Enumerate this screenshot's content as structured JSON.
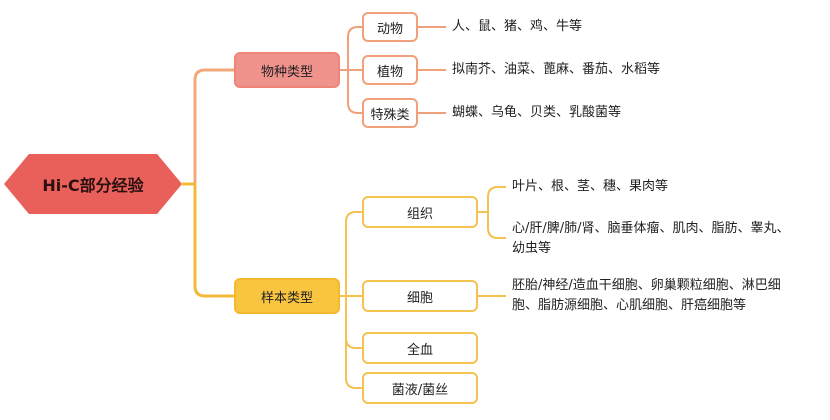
{
  "root": "Hi-C部分经验",
  "species": {
    "label": "物种类型",
    "items": [
      {
        "label": "动物",
        "detail": "人、鼠、猪、鸡、牛等"
      },
      {
        "label": "植物",
        "detail": "拟南芥、油菜、蓖麻、番茄、水稻等"
      },
      {
        "label": "特殊类",
        "detail": "蝴蝶、乌龟、贝类、乳酸菌等"
      }
    ]
  },
  "sample": {
    "label": "样本类型",
    "tissue": {
      "label": "组织",
      "details": [
        "叶片、根、茎、穗、果肉等",
        "心/肝/脾/肺/肾、脑垂体瘤、肌肉、脂肪、睾丸、",
        "幼虫等"
      ]
    },
    "cell": {
      "label": "细胞",
      "details": [
        "胚胎/神经/造血干细胞、卵巢颗粒细胞、淋巴细",
        "胞、脂肪源细胞、心肌细胞、肝癌细胞等"
      ]
    },
    "blood": {
      "label": "全血"
    },
    "fungi": {
      "label": "菌液/菌丝"
    }
  },
  "colors": {
    "root": "#e9605a",
    "species_branch": "#f0938d",
    "sample_branch": "#f9c440",
    "species_line": "#f0a07a",
    "sample_line": "#f5c150"
  }
}
